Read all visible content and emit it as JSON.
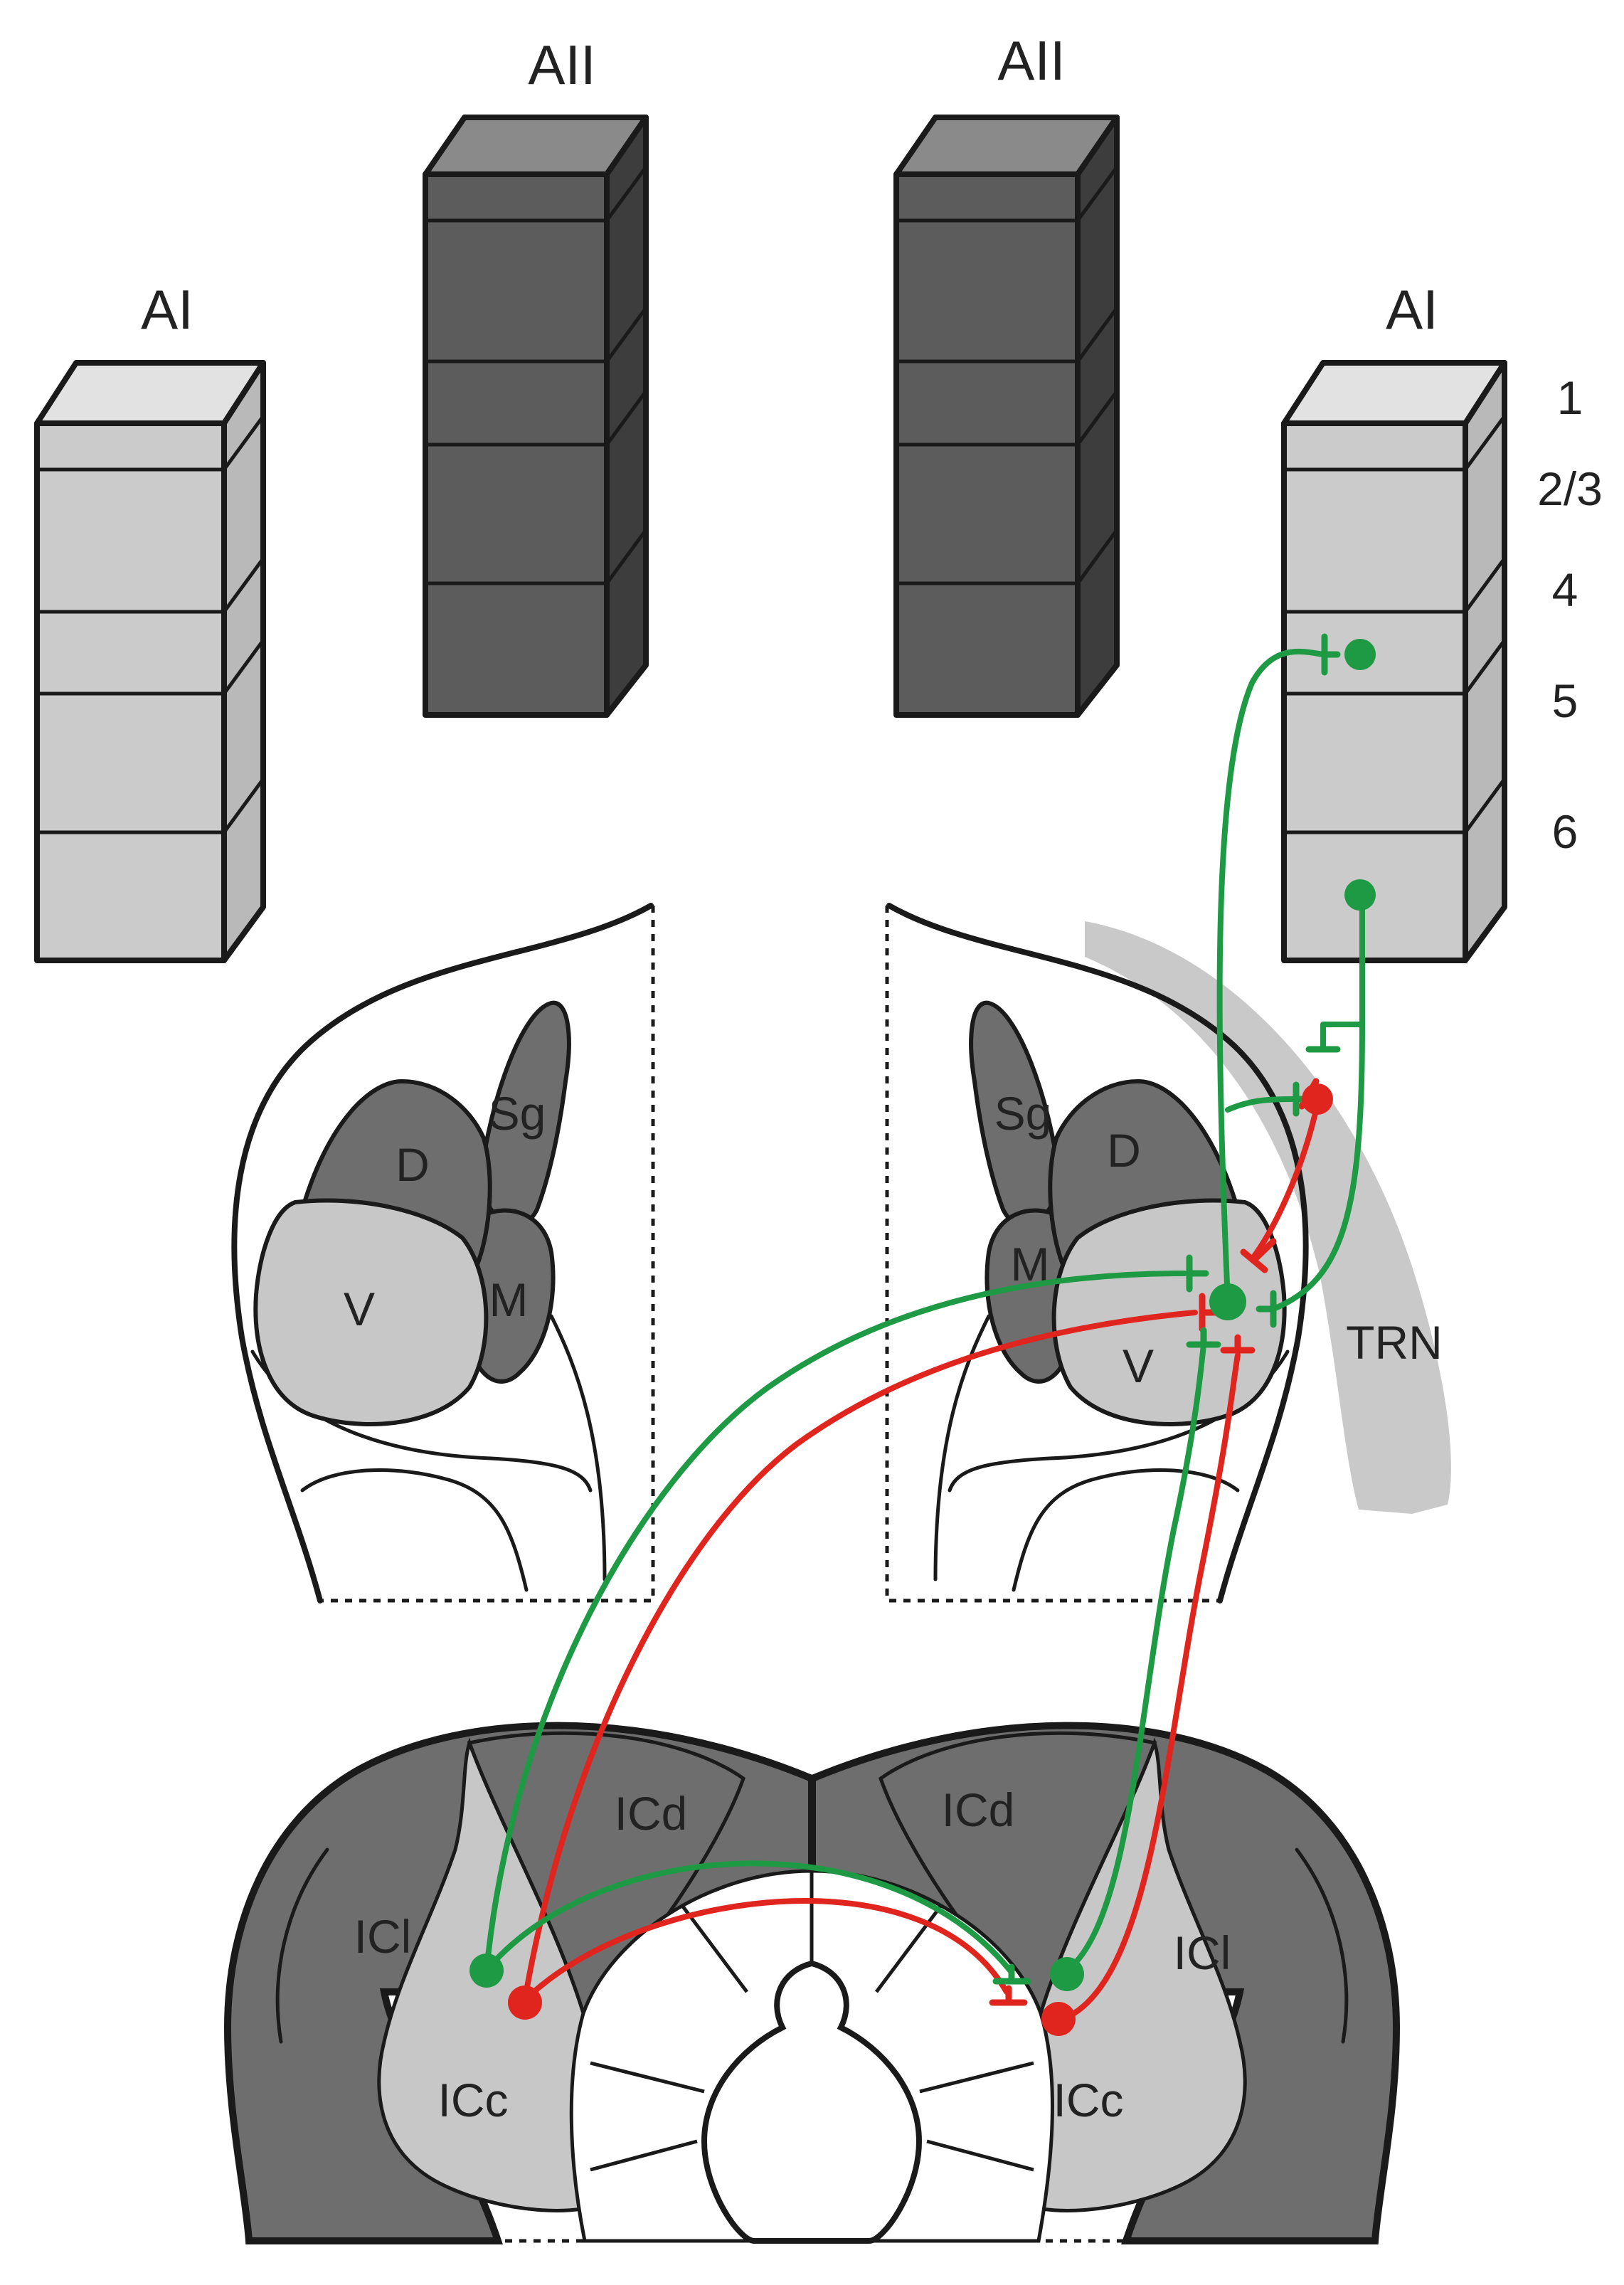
{
  "columns": {
    "left_ai": "AI",
    "left_aii": "AII",
    "right_aii": "AII",
    "right_ai": "AI"
  },
  "layers": [
    "1",
    "2/3",
    "4",
    "5",
    "6"
  ],
  "thalamus": {
    "left": {
      "ventral": "V",
      "dorsal": "D",
      "medial": "M",
      "suprageniculate": "Sg"
    },
    "right": {
      "ventral": "V",
      "dorsal": "D",
      "medial": "M",
      "suprageniculate": "Sg"
    },
    "reticular": "TRN"
  },
  "midbrain": {
    "left": {
      "dorsal_cortex": "ICd",
      "lateral_cortex": "ICl",
      "central_nucleus": "ICc"
    },
    "right": {
      "dorsal_cortex": "ICd",
      "lateral_cortex": "ICl",
      "central_nucleus": "ICc"
    }
  },
  "colors": {
    "pathway_green": "#1f9a44",
    "pathway_red": "#e0241e",
    "primary_cortex": "#c8c8c8",
    "secondary_cortex": "#5a5a5a",
    "nucleus_light": "#c7c7c7",
    "nucleus_dark": "#6e6e6e",
    "trn": "#c9c9c9"
  }
}
